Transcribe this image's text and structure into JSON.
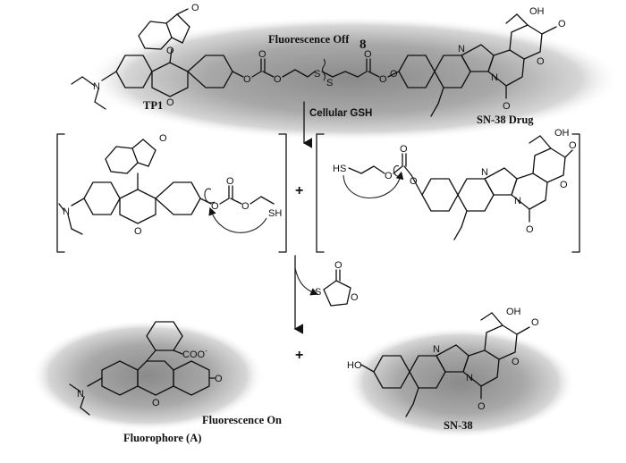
{
  "labels": {
    "fluorescence_off": "Fluorescence Off",
    "compound_number": "8",
    "tp1": "TP1",
    "sn38_drug": "SN-38 Drug",
    "cellular_gsh": "Cellular GSH",
    "plus": "+",
    "fluorophore": "Fluorophore (A)",
    "fluorescence_on": "Fluorescence On",
    "sn38": "SN-38"
  },
  "atoms": {
    "N": "N",
    "O": "O",
    "S": "S",
    "OH": "OH",
    "HO": "HO",
    "SH": "SH",
    "HS": "HS",
    "coo": "COO",
    "minus": "-"
  }
}
